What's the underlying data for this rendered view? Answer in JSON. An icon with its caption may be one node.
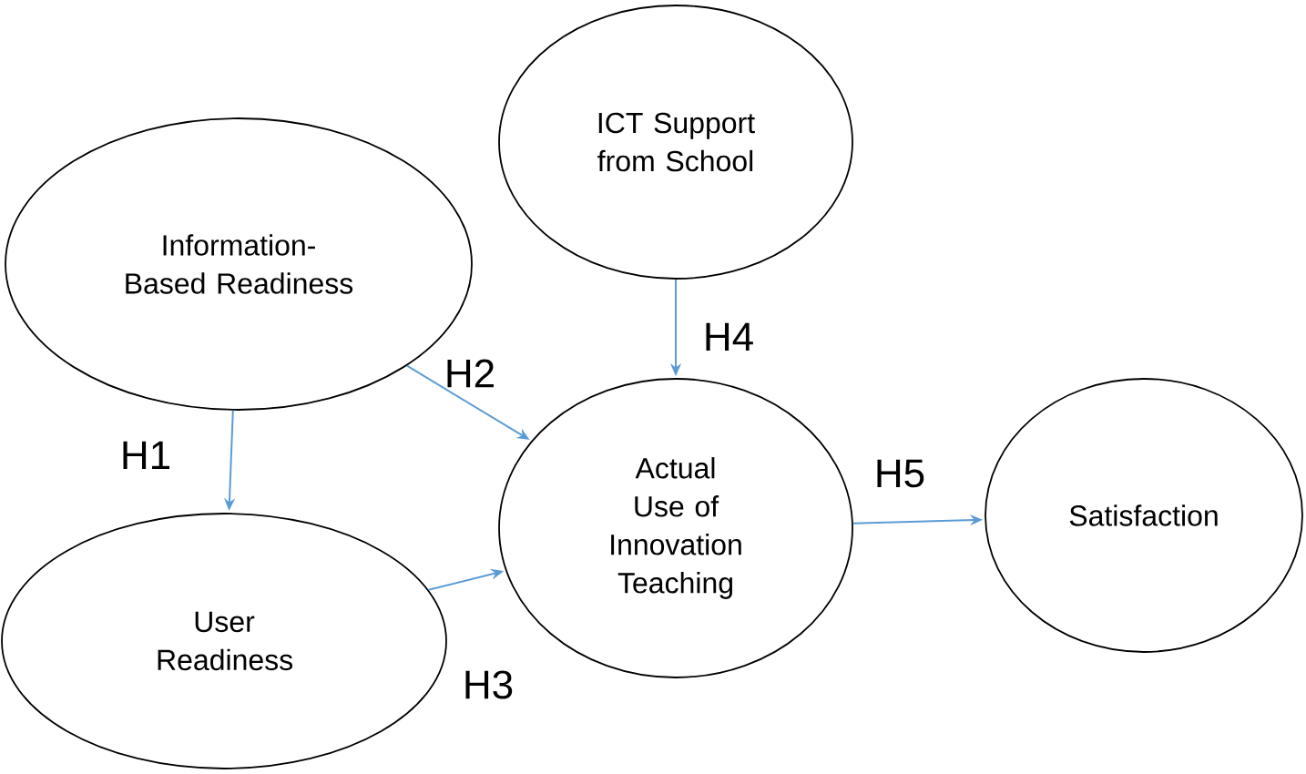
{
  "diagram": {
    "nodes": [
      {
        "text": [
          "ICT Support from School"
        ]
      },
      {
        "text": [
          "Information- Based Readiness"
        ]
      },
      {
        "text": [
          "Actual Use of Innovation Teaching"
        ]
      },
      {
        "text": [
          "Satisfaction"
        ]
      },
      {
        "text": [
          "User Readiness"
        ]
      }
    ],
    "edges": [
      {
        "from": 1,
        "to": 4,
        "arrow": "to",
        "label": "H1"
      },
      {
        "from": 1,
        "to": 2,
        "arrow": "to",
        "label": "H2"
      },
      {
        "from": 4,
        "to": 2,
        "arrow": "to",
        "label": "H3"
      },
      {
        "from": 0,
        "to": 2,
        "arrow": "to",
        "label": "H4"
      },
      {
        "from": 2,
        "to": 3,
        "arrow": "to",
        "label": "H5"
      }
    ]
  }
}
